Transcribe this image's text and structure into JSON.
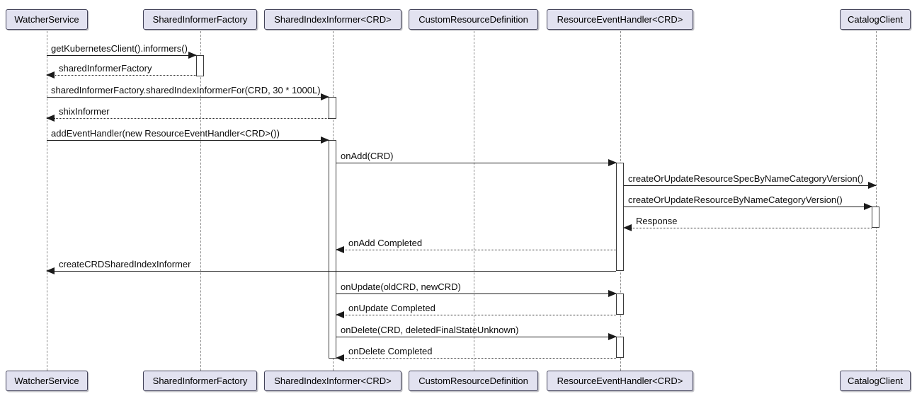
{
  "diagram": {
    "type": "uml-sequence-diagram",
    "colors": {
      "participant_fill": "#E2E2F0",
      "participant_border": "#44445a",
      "message_line": "#1b1b1b",
      "lifeline": "#8c8c8c",
      "activation_fill": "#ffffff",
      "background": "#ffffff"
    },
    "participants": [
      {
        "label": "WatcherService"
      },
      {
        "label": "SharedInformerFactory"
      },
      {
        "label": "SharedIndexInformer<CRD>"
      },
      {
        "label": "CustomResourceDefinition"
      },
      {
        "label": "ResourceEventHandler<CRD>"
      },
      {
        "label": "CatalogClient"
      }
    ],
    "messages": [
      {
        "label": "getKubernetesClient().informers()",
        "from": "WatcherService",
        "to": "SharedInformerFactory",
        "kind": "solid"
      },
      {
        "label": "sharedInformerFactory",
        "from": "SharedInformerFactory",
        "to": "WatcherService",
        "kind": "dotted-return"
      },
      {
        "label": "sharedInformerFactory.sharedIndexInformerFor(CRD, 30 * 1000L)",
        "from": "WatcherService",
        "to": "SharedIndexInformer<CRD>",
        "kind": "solid"
      },
      {
        "label": "shixInformer",
        "from": "SharedIndexInformer<CRD>",
        "to": "WatcherService",
        "kind": "dotted-return"
      },
      {
        "label": "addEventHandler(new ResourceEventHandler<CRD>())",
        "from": "WatcherService",
        "to": "SharedIndexInformer<CRD>",
        "kind": "solid"
      },
      {
        "label": "onAdd(CRD)",
        "from": "SharedIndexInformer<CRD>",
        "to": "ResourceEventHandler<CRD>",
        "kind": "solid"
      },
      {
        "label": "createOrUpdateResourceSpecByNameCategoryVersion()",
        "from": "ResourceEventHandler<CRD>",
        "to": "CatalogClient",
        "kind": "solid"
      },
      {
        "label": "createOrUpdateResourceByNameCategoryVersion()",
        "from": "ResourceEventHandler<CRD>",
        "to": "CatalogClient",
        "kind": "solid"
      },
      {
        "label": "Response",
        "from": "CatalogClient",
        "to": "ResourceEventHandler<CRD>",
        "kind": "dotted-return"
      },
      {
        "label": "onAdd Completed",
        "from": "ResourceEventHandler<CRD>",
        "to": "SharedIndexInformer<CRD>",
        "kind": "dotted-return"
      },
      {
        "label": "createCRDSharedIndexInformer",
        "from": "ResourceEventHandler<CRD>",
        "to": "WatcherService",
        "kind": "solid"
      },
      {
        "label": "onUpdate(oldCRD, newCRD)",
        "from": "SharedIndexInformer<CRD>",
        "to": "ResourceEventHandler<CRD>",
        "kind": "solid"
      },
      {
        "label": "onUpdate Completed",
        "from": "ResourceEventHandler<CRD>",
        "to": "SharedIndexInformer<CRD>",
        "kind": "dotted-return"
      },
      {
        "label": "onDelete(CRD, deletedFinalStateUnknown)",
        "from": "SharedIndexInformer<CRD>",
        "to": "ResourceEventHandler<CRD>",
        "kind": "solid"
      },
      {
        "label": "onDelete Completed",
        "from": "ResourceEventHandler<CRD>",
        "to": "SharedIndexInformer<CRD>",
        "kind": "dotted-return"
      }
    ]
  }
}
